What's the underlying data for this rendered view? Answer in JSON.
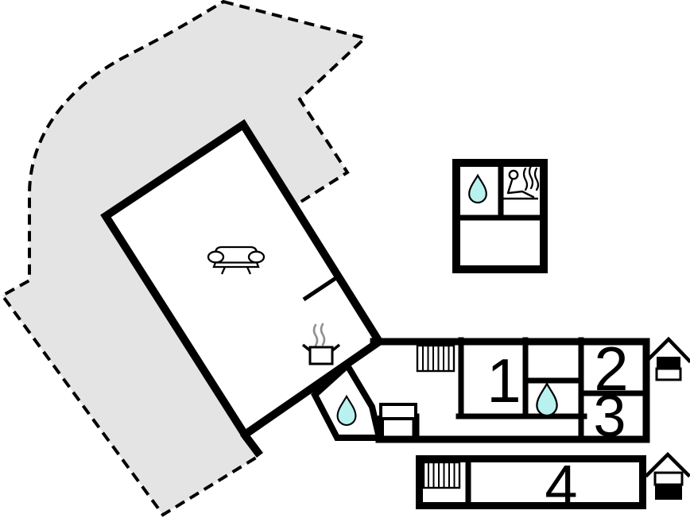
{
  "plan": {
    "type": "floor-plan",
    "rooms": {
      "room1": {
        "label": "1"
      },
      "room2": {
        "label": "2"
      },
      "room3": {
        "label": "3"
      },
      "room4": {
        "label": "4"
      }
    },
    "icons": {
      "water_drop": "water-drop",
      "sauna": "sauna-person",
      "sofa": "sofa",
      "cooking_pot": "cooking-pot-steam",
      "radiator": "radiator-window",
      "entrance": "entrance-house"
    },
    "colors": {
      "wall": "#000000",
      "terrace_fill": "#e4e4e4",
      "water_fill": "#b9f1ef",
      "steam_gray": "#8f8f8f",
      "background": "#ffffff"
    }
  }
}
